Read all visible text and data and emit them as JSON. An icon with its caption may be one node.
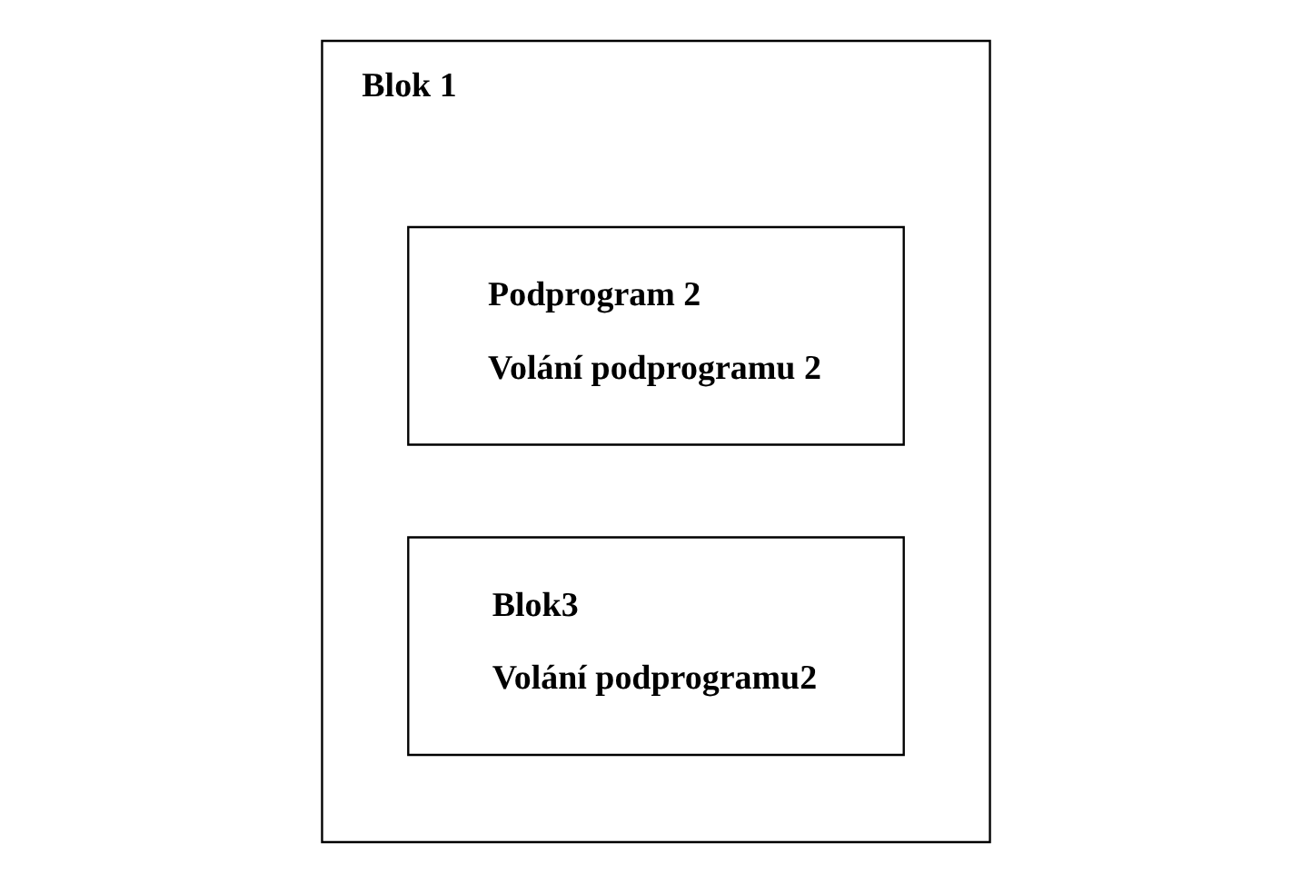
{
  "diagram": {
    "nodes": [
      {
        "text": [
          "Blok 1"
        ]
      },
      {
        "text": [
          "Podprogram 2",
          "Volání podprogramu 2"
        ],
        "in": 0
      },
      {
        "text": [
          "Blok3",
          "Volání podprogramu2"
        ],
        "in": 0
      }
    ]
  }
}
